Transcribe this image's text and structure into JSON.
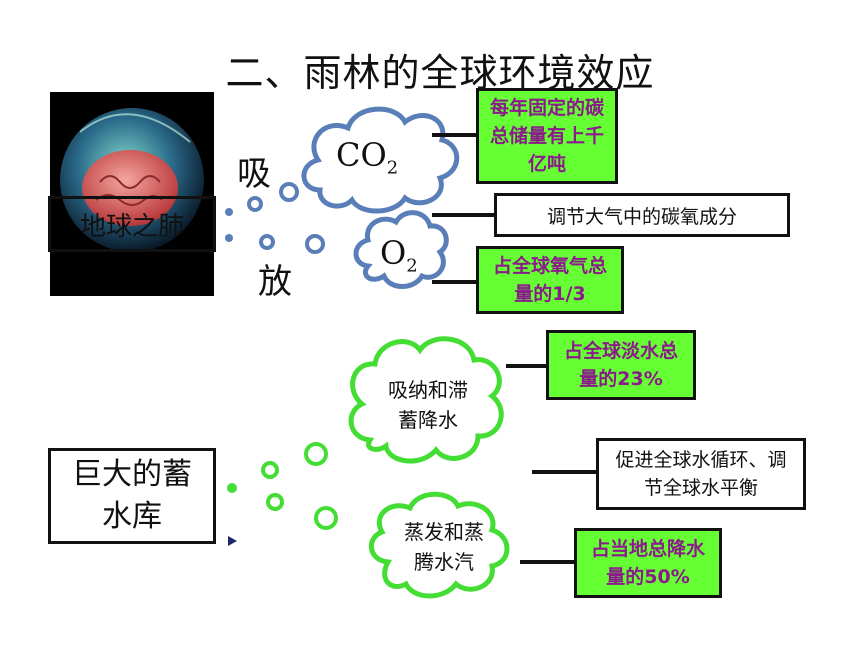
{
  "title": "二、雨林的全球环境效应",
  "globe": {
    "label": "地球之肺"
  },
  "gas": {
    "absorb_label": "吸",
    "release_label": "放",
    "co2": {
      "main": "CO",
      "sub": "2"
    },
    "o2": {
      "main": "O",
      "sub": "2"
    }
  },
  "boxes": {
    "carbon_storage": "每年固定的碳总储量有上千亿吨",
    "regulate_carbon_oxygen": "调节大气中的碳氧成分",
    "oxygen_share": "占全球氧气总量的1/3",
    "freshwater_share": "占全球淡水总量的23%",
    "water_cycle": "促进全球水循环、调节全球水平衡",
    "local_rain_share": "占当地总降水量的50%"
  },
  "reservoir": {
    "label": "巨大的蓄水库"
  },
  "water_clouds": {
    "absorb_rain": "吸纳和滞蓄降水",
    "evaporation": "蒸发和蒸腾水汽"
  },
  "colors": {
    "green_box": "#66ff33",
    "purple_text": "#8b1a8b",
    "blue_cloud": "#5a7fb8",
    "green_cloud": "#44dd33",
    "black": "#111111"
  }
}
